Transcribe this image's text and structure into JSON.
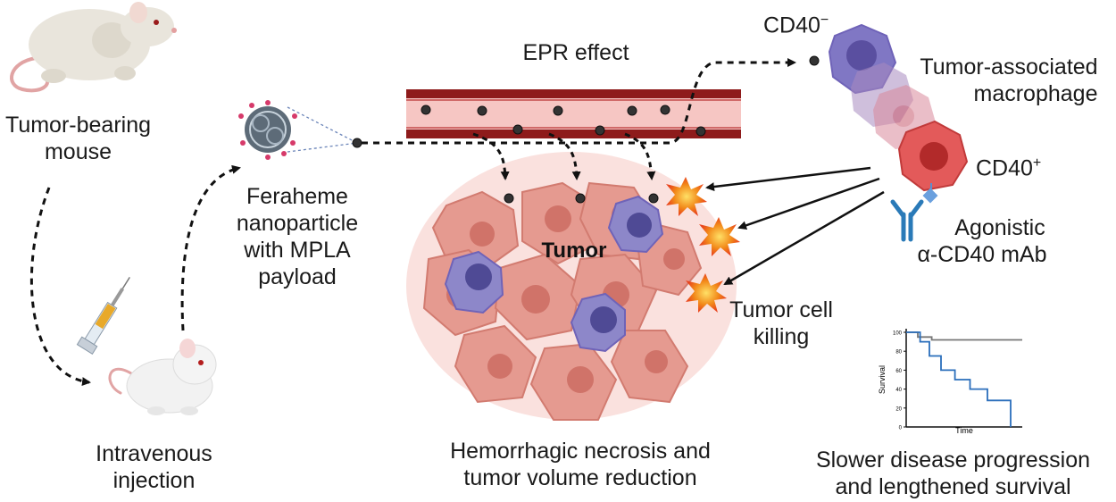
{
  "labels": {
    "mouse": [
      "Tumor-bearing",
      "mouse"
    ],
    "injection": [
      "Intravenous",
      "injection"
    ],
    "nanoparticle": [
      "Feraheme",
      "nanoparticle",
      "with MPLA",
      "payload"
    ],
    "epr": "EPR effect",
    "tumor": "Tumor",
    "necrosis": [
      "Hemorrhagic necrosis and",
      "tumor volume reduction"
    ],
    "cd40_neg": "CD40",
    "cd40_neg_sup": "−",
    "cd40_pos": "CD40",
    "cd40_pos_sup": "+",
    "macrophage": [
      "Tumor-associated",
      "macrophage"
    ],
    "antibody": [
      "Agonistic",
      "α-CD40 mAb"
    ],
    "killing": [
      "Tumor cell",
      "killing"
    ],
    "survival": [
      "Slower disease progression",
      "and lengthened survival"
    ]
  },
  "chart_data": {
    "type": "line",
    "xlabel": "Time",
    "ylabel": "Survival",
    "ylim": [
      0,
      100
    ],
    "yticks": [
      0,
      20,
      40,
      60,
      80,
      100
    ],
    "series": [
      {
        "color": "#777777",
        "x": [
          0,
          10,
          10,
          22,
          22,
          100
        ],
        "y": [
          100,
          100,
          95,
          95,
          92,
          92
        ]
      },
      {
        "color": "#2a6ebb",
        "x": [
          0,
          12,
          12,
          20,
          20,
          30,
          30,
          42,
          42,
          55,
          55,
          70,
          70,
          90,
          90
        ],
        "y": [
          100,
          100,
          90,
          90,
          75,
          75,
          60,
          60,
          50,
          50,
          40,
          40,
          28,
          28,
          0
        ]
      }
    ]
  },
  "colors": {
    "vessel": "#8e1b1b",
    "vessel_inner": "#f6c6c3",
    "tumor_cell": "#e08a80",
    "macrophage_pos": "#d94646",
    "macrophage_neg": "#6f63b8",
    "antibody": "#2a7ab8",
    "burst": "#f28a1a"
  }
}
